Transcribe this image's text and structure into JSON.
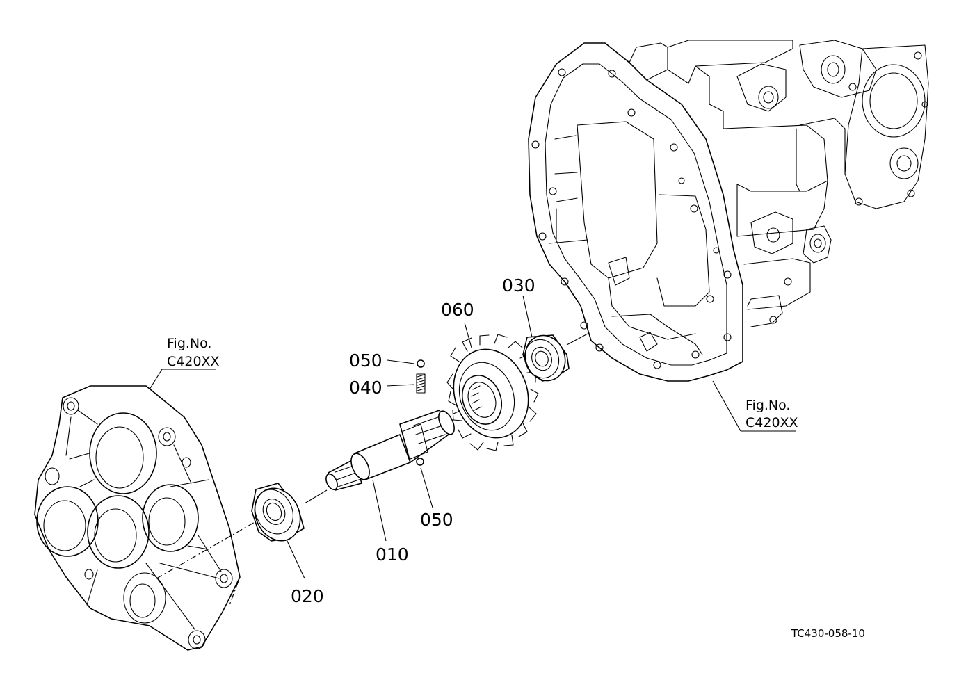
{
  "callouts": {
    "shaft": "010",
    "bearing_left": "020",
    "bearing_right": "030",
    "spring": "040",
    "ball_top": "050",
    "ball_bottom": "050",
    "gear": "060"
  },
  "fig_refs": {
    "left": {
      "title": "Fig.No.",
      "code": "C420XX"
    },
    "right": {
      "title": "Fig.No.",
      "code": "C420XX"
    }
  },
  "drawing_code": "TC430-058-10"
}
